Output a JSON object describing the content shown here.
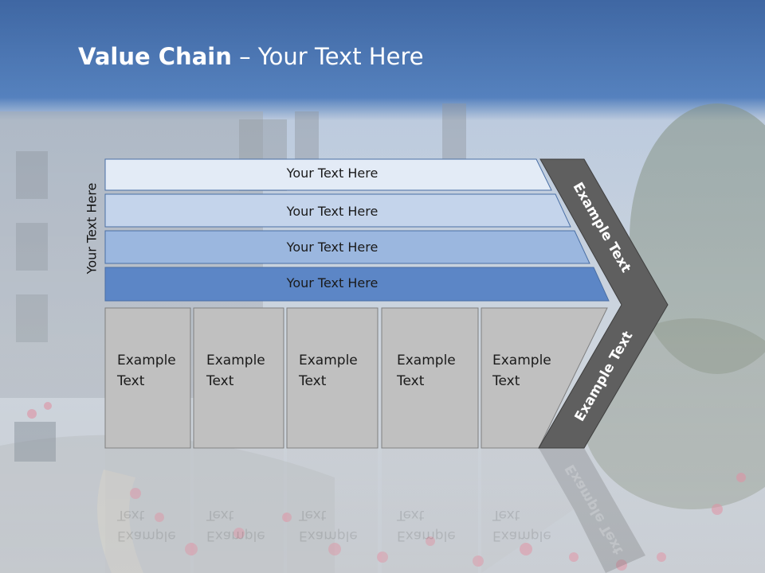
{
  "title": {
    "bold": "Value Chain",
    "rest": " – Your Text Here"
  },
  "vertical_label": "Your Text Here",
  "bars": [
    {
      "label": "Your Text Here",
      "color": "#e3ebf6"
    },
    {
      "label": "Your Text Here",
      "color": "#c4d4eb"
    },
    {
      "label": "Your Text Here",
      "color": "#9bb7df"
    },
    {
      "label": "Your Text Here",
      "color": "#5c86c6"
    }
  ],
  "boxes": [
    {
      "line1": "Example",
      "line2": "Text"
    },
    {
      "line1": "Example",
      "line2": "Text"
    },
    {
      "line1": "Example",
      "line2": "Text"
    },
    {
      "line1": "Example",
      "line2": "Text"
    },
    {
      "line1": "Example",
      "line2": "Text"
    }
  ],
  "chevron": {
    "top_label": "Example Text",
    "bottom_label": "Example Text",
    "color": "#5f5f5f"
  },
  "colors": {
    "header": "#4472b4",
    "box_fill": "#c0c0c0",
    "box_border": "#7f7f7f"
  }
}
